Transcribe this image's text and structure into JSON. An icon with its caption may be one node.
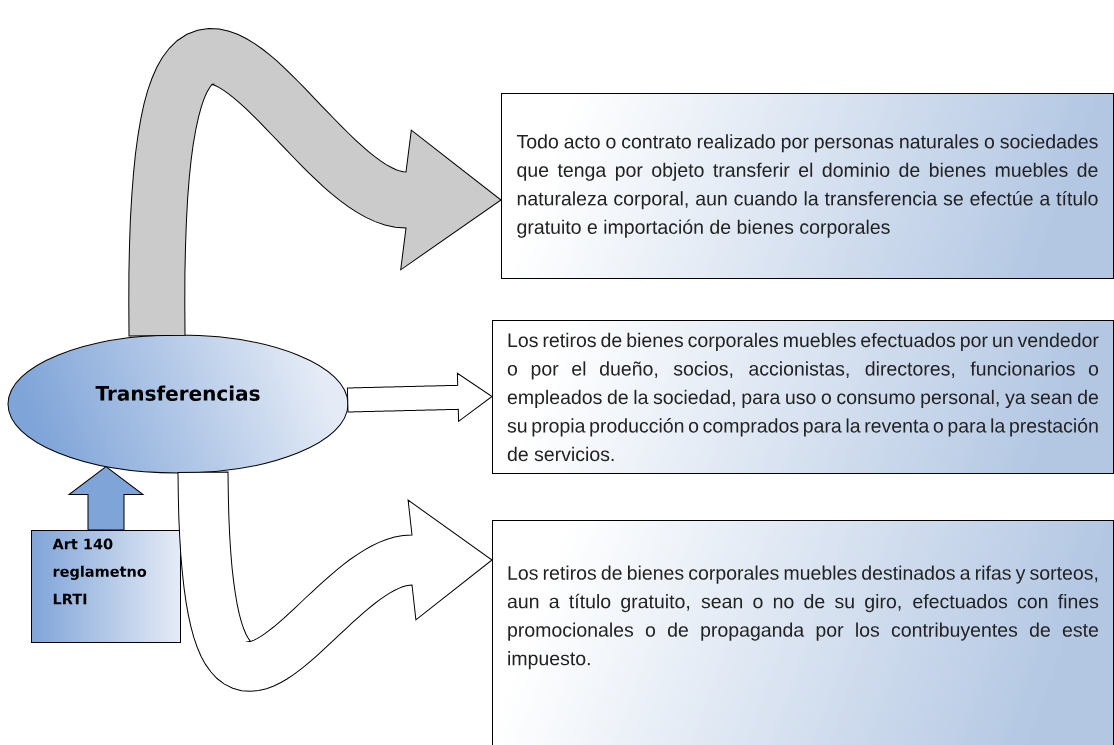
{
  "diagram": {
    "nodes": [
      {
        "text": [
          "Transferencias"
        ]
      },
      {
        "text": [
          "Art 140 reglametno LRTI"
        ]
      },
      {
        "text": [
          "Todo acto o contrato realizado por personas naturales o sociedades que tenga por objeto transferir el dominio de bienes muebles de naturaleza corporal, aun cuando la transferencia se efectúe a título gratuito e importación de bienes corporales"
        ]
      },
      {
        "text": [
          "Los retiros de bienes corporales muebles efectuados por un vendedor o por el dueño, socios, accionistas, directores, funcionarios o empleados de la sociedad, para uso o consumo personal, ya sean de su propia producción o comprados para la reventa o para la prestación de servicios."
        ]
      },
      {
        "text": [
          "Los retiros de bienes corporales muebles destinados a rifas y sorteos, aun a título gratuito, sean o no de su giro, efectuados con fines promocionales o de propaganda por los contribuyentes de este impuesto."
        ]
      }
    ],
    "edges": [
      {
        "from": 0,
        "to": 2,
        "arrow": "to"
      },
      {
        "from": 0,
        "to": 3,
        "arrow": "to"
      },
      {
        "from": 0,
        "to": 4,
        "arrow": "to"
      },
      {
        "from": 1,
        "to": 0,
        "arrow": "to"
      }
    ]
  }
}
